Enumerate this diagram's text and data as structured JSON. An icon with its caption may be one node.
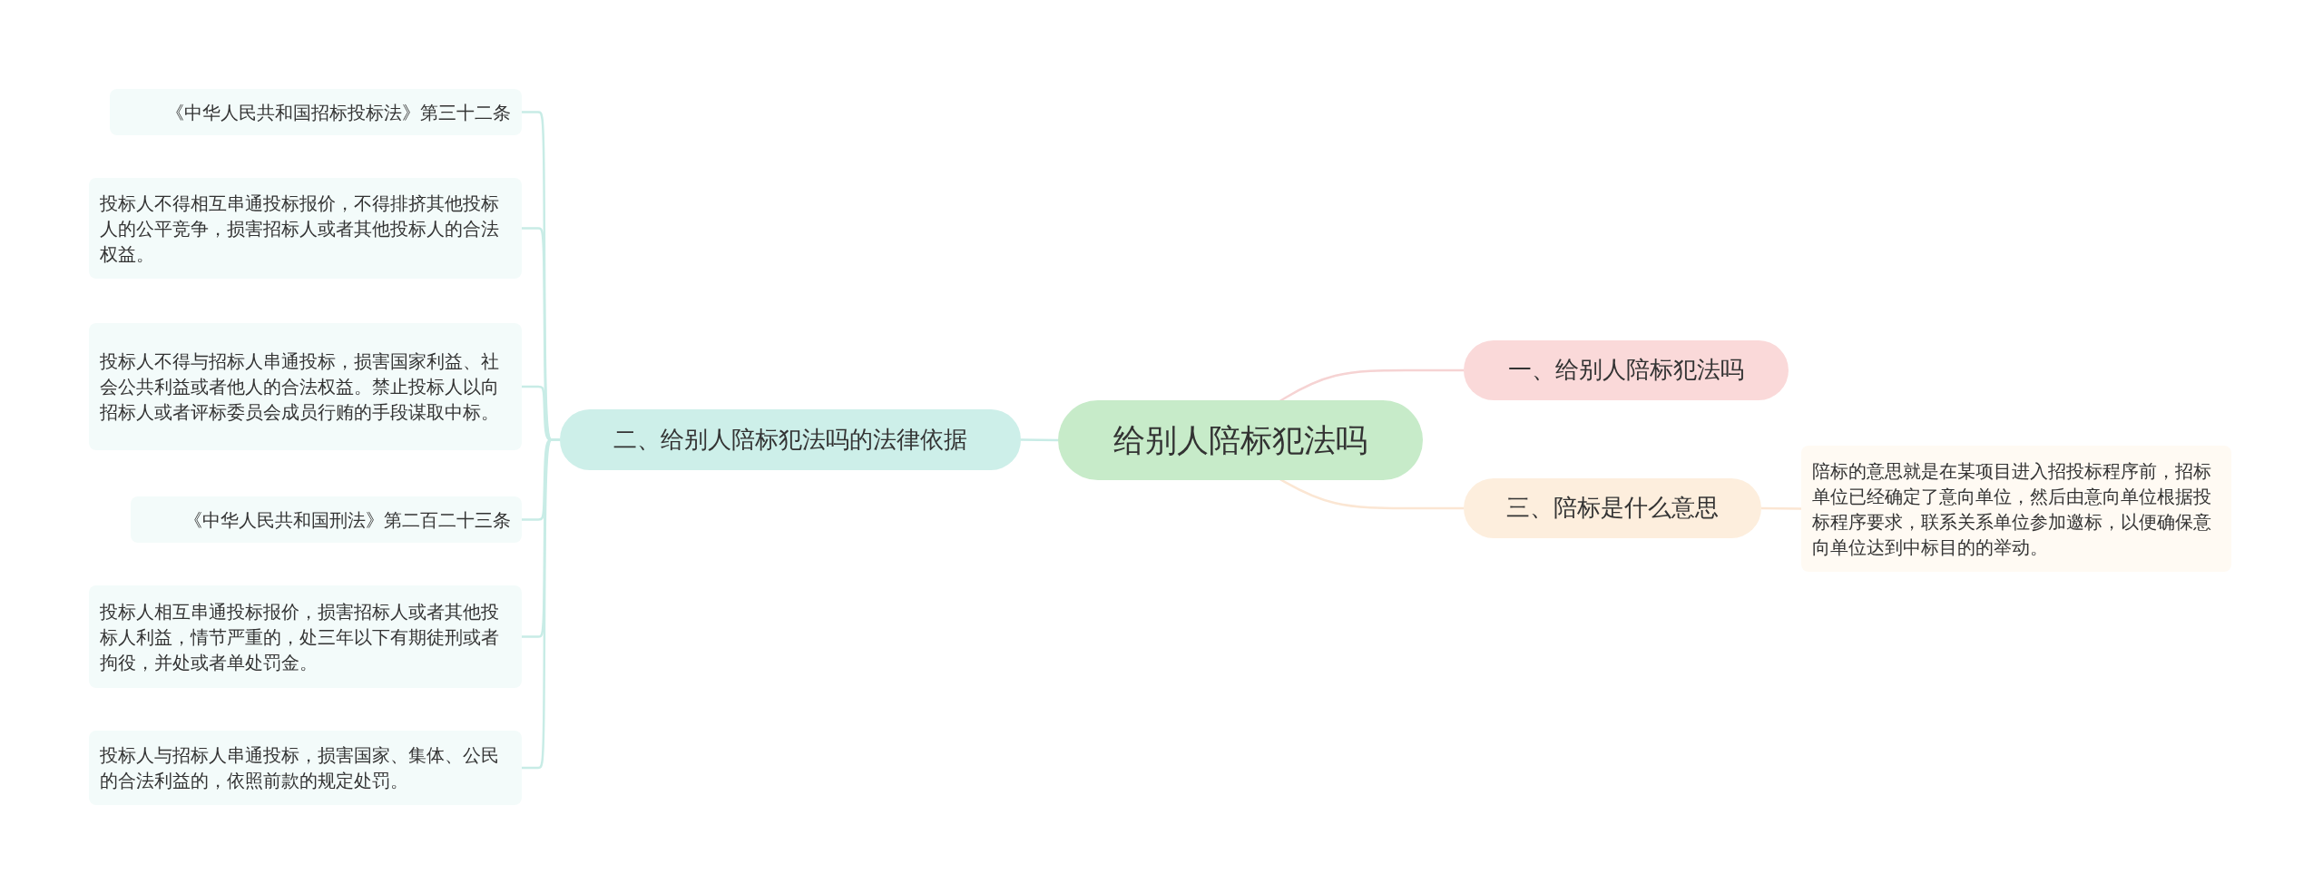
{
  "diagram": {
    "nodes": [
      {
        "text": [
          "给别人陪标犯法吗"
        ]
      },
      {
        "text": [
          "一、给别人陪标犯法吗"
        ]
      },
      {
        "text": [
          "三、陪标是什么意思"
        ]
      },
      {
        "text": [
          "陪标的意思就是在某项目进入招投标程序前，招标单位已经确定了意向单位，然后由意向单位根据投标程序要求，联系关系单位参加邀标，以便确保意向单位达到中标目的的举动。"
        ]
      },
      {
        "text": [
          "二、给别人陪标犯法吗的法律依据"
        ]
      },
      {
        "text": [
          "《中华人民共和国招标投标法》第三十二条"
        ]
      },
      {
        "text": [
          "投标人不得相互串通投标报价，不得排挤其他投标人的公平竞争，损害招标人或者其他投标人的合法权益。"
        ]
      },
      {
        "text": [
          "投标人不得与招标人串通投标，损害国家利益、社会公共利益或者他人的合法权益。禁止投标人以向招标人或者评标委员会成员行贿的手段谋取中标。"
        ]
      },
      {
        "text": [
          "《中华人民共和国刑法》第二百二十三条"
        ]
      },
      {
        "text": [
          "投标人相互串通投标报价，损害招标人或者其他投标人利益，情节严重的，处三年以下有期徒刑或者拘役，并处或者单处罚金。"
        ]
      },
      {
        "text": [
          "投标人与招标人串通投标，损害国家、集体、公民的合法利益的，依照前款的规定处罚。"
        ]
      }
    ],
    "edges": [
      {
        "from": 0,
        "to": 1,
        "arrow": "none",
        "color": "#f6d3d3"
      },
      {
        "from": 0,
        "to": 2,
        "arrow": "none",
        "color": "#fbe6d3"
      },
      {
        "from": 2,
        "to": 3,
        "arrow": "none",
        "color": "#fbe6d3"
      },
      {
        "from": 0,
        "to": 4,
        "arrow": "none"
      },
      {
        "from": 4,
        "to": 5,
        "arrow": "none"
      },
      {
        "from": 4,
        "to": 6,
        "arrow": "none"
      },
      {
        "from": 4,
        "to": 7,
        "arrow": "none"
      },
      {
        "from": 4,
        "to": 8,
        "arrow": "none"
      },
      {
        "from": 4,
        "to": 9,
        "arrow": "none"
      },
      {
        "from": 4,
        "to": 10,
        "arrow": "none"
      }
    ]
  }
}
